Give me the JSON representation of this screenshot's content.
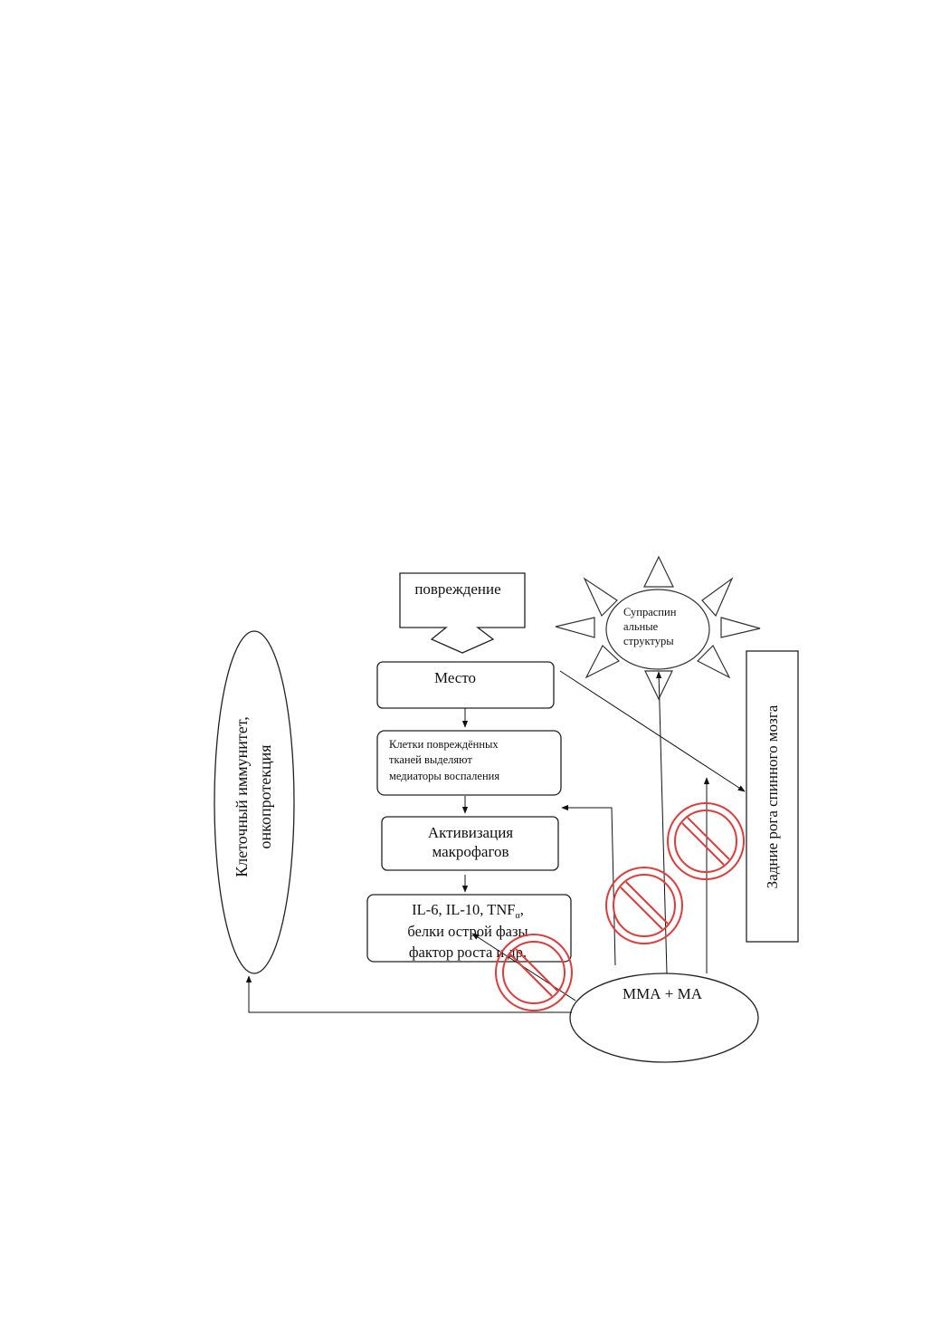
{
  "diagram": {
    "injury": "повреждение",
    "site": "Место",
    "cells": [
      "Клетки повреждённых",
      "тканей выделяют",
      "медиаторы воспаления"
    ],
    "macrophages": [
      "Активизация",
      "макрофагов"
    ],
    "cytokines": {
      "line1_prefix": "IL-6, IL-10, TNF",
      "line1_subscript": "α",
      "line1_suffix": ",",
      "line2": "белки острой фазы",
      "line3": "фактор роста и др."
    },
    "supraspinal": [
      "Супраспин",
      "альные",
      "структуры"
    ],
    "dorsal_horn": "Задние рога спинного мозга",
    "immunity": [
      "Клеточный иммунитет,",
      "онкопротекция"
    ],
    "drug": "ММА + МА"
  }
}
